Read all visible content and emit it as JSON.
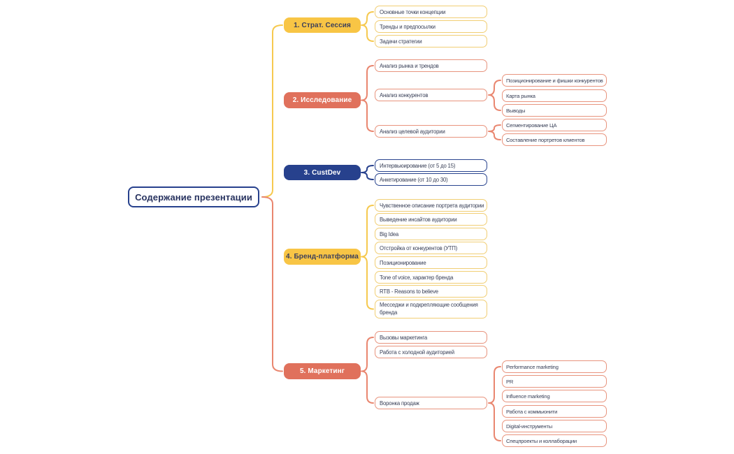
{
  "canvas": {
    "background": "#ffffff"
  },
  "palette": {
    "yellow_fill": "#F8C545",
    "yellow_border": "#F1CE74",
    "yellow_line": "#F6C94F",
    "yellow_text": "#3C3F5A",
    "coral_fill": "#E0715C",
    "coral_border": "#E8947E",
    "coral_line": "#E9866F",
    "navy_fill": "#27418D",
    "navy_border": "#2A458F",
    "navy_line": "#27418D",
    "white_text": "#FFFFFF",
    "root_border": "#27418D",
    "root_text": "#27325F",
    "leaf_text": "#3A4158"
  },
  "root": {
    "label": "Содержание презентации"
  },
  "branches": [
    {
      "label": "1. Страт. Сессия",
      "color": "yellow",
      "children": [
        {
          "label": "Основные точки концепции"
        },
        {
          "label": "Тренды и предпосылки"
        },
        {
          "label": "Задачи стратегии"
        }
      ]
    },
    {
      "label": "2. Исследование",
      "color": "coral",
      "children": [
        {
          "label": "Анализ рынка и трендов"
        },
        {
          "label": "Анализ конкурентов",
          "children": [
            {
              "label": "Позиционирование и фишки конкурентов"
            },
            {
              "label": "Карта рынка"
            },
            {
              "label": "Выводы"
            }
          ]
        },
        {
          "label": "Анализ целевой аудитории",
          "children": [
            {
              "label": "Сегментирование ЦА"
            },
            {
              "label": "Составление портретов клиентов"
            }
          ]
        }
      ]
    },
    {
      "label": "3. CustDev",
      "color": "navy",
      "children": [
        {
          "label": "Интервьюирование (от 5 до 15)"
        },
        {
          "label": "Анкетирование (от 10 до 30)"
        }
      ]
    },
    {
      "label": "4. Бренд-платформа",
      "color": "yellow",
      "children": [
        {
          "label": "Чувственное описание портрета аудитории"
        },
        {
          "label": "Выведение инсайтов аудитории"
        },
        {
          "label": "Big Idea"
        },
        {
          "label": "Отстройка от конкурентов (УТП)"
        },
        {
          "label": "Позиционирование"
        },
        {
          "label": "Tone of voice, характер бренда"
        },
        {
          "label": "RTB - Reasons to believe"
        },
        {
          "label": "Месседжи и подкрепляющие сообщения бренда"
        }
      ]
    },
    {
      "label": "5. Маркетинг",
      "color": "coral",
      "children": [
        {
          "label": "Вызовы маркетинга"
        },
        {
          "label": "Работа с холодной аудиторией"
        },
        {
          "label": "Воронка продаж",
          "children": [
            {
              "label": "Performance marketing"
            },
            {
              "label": "PR"
            },
            {
              "label": "Influence marketing"
            },
            {
              "label": "Работа с коммьюнити"
            },
            {
              "label": "Digital-инструменты"
            },
            {
              "label": "Спецпроекты и коллаборации"
            }
          ]
        }
      ]
    }
  ]
}
